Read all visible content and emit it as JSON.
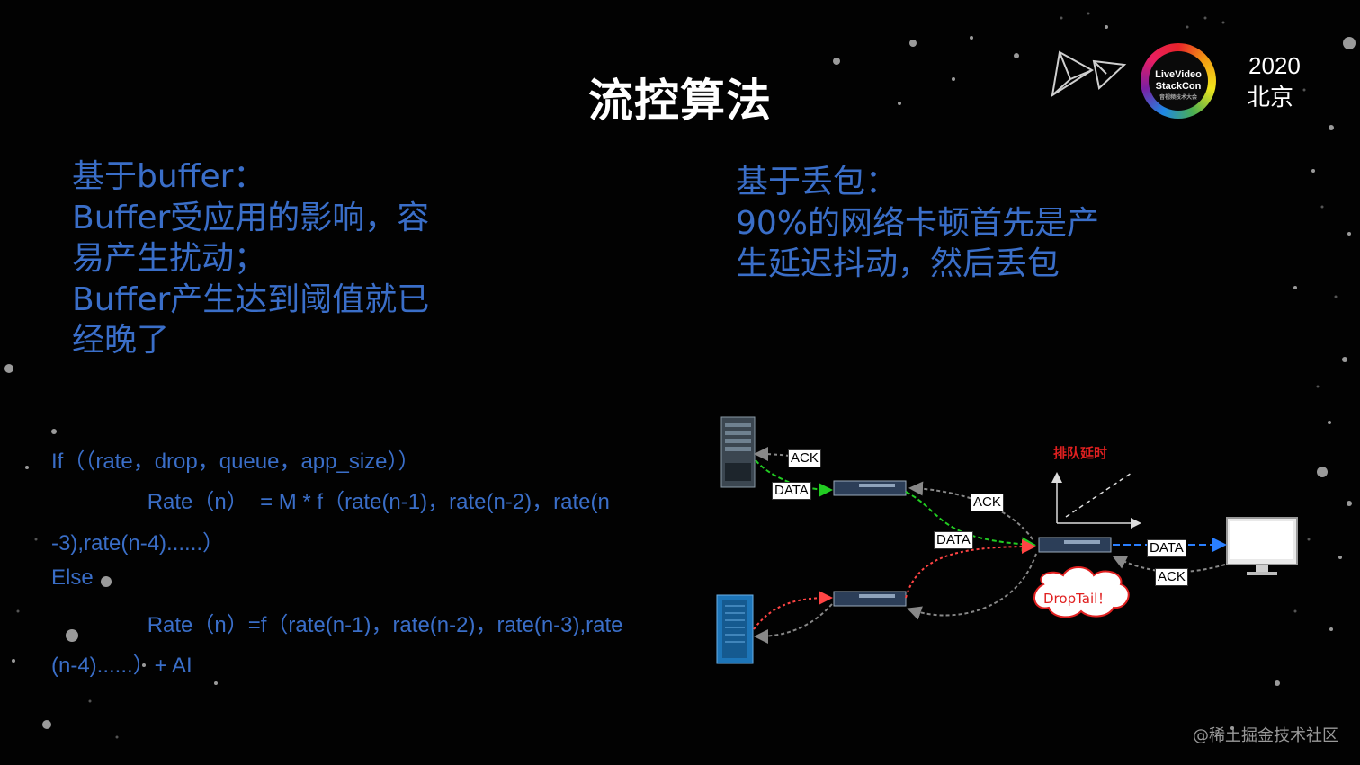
{
  "slide": {
    "title": "流控算法",
    "event_year": "2020",
    "event_city": "北京",
    "logo": {
      "line1": "LiveVideo",
      "line2": "StackCon",
      "line3": "音视频技术大会"
    },
    "left_text": [
      "基于buffer：",
      "Buffer受应用的影响，容",
      "易产生扰动；",
      "Buffer产生达到阈值就已",
      "经晚了"
    ],
    "right_text": [
      "基于丢包：",
      "90%的网络卡顿首先是产",
      "生延迟抖动，然后丢包"
    ],
    "code_lines": [
      "If（（rate，drop，queue，app_size））",
      "                Rate（n）  = M * f（rate(n-1)，rate(n-2)，rate(n",
      "-3),rate(n-4)......）",
      "Else",
      "                Rate（n）=f（rate(n-1)，rate(n-2)，rate(n-3),rate",
      "(n-4)......）+ AI"
    ],
    "diagram": {
      "labels": {
        "ack_top": "ACK",
        "data_top": "DATA",
        "ack_mid": "ACK",
        "data_mid": "DATA",
        "data_right": "DATA",
        "ack_right": "ACK",
        "droptail": "DropTail！",
        "queue_delay": "排队延时"
      }
    },
    "watermark": "@稀土掘金技术社区",
    "colors": {
      "accent_blue": "#3a6ec8",
      "background": "#020202",
      "alert_red": "#e02020"
    }
  }
}
